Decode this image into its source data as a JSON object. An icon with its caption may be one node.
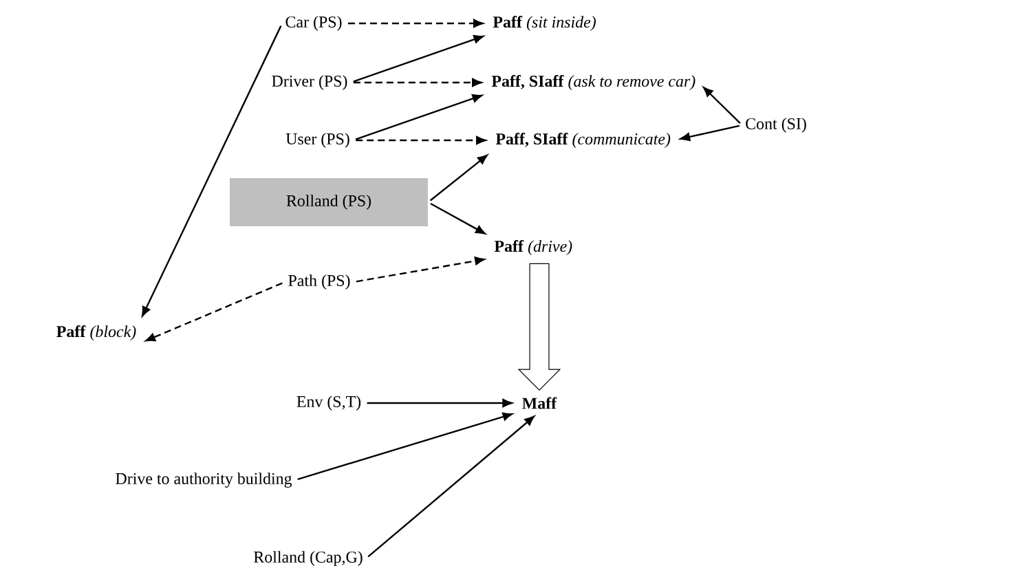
{
  "diagram": {
    "nodes": [
      {
        "text": [
          "**Paff** *(block)*"
        ]
      },
      {
        "text": [
          "Car (PS)"
        ]
      },
      {
        "text": [
          "Driver (PS)"
        ]
      },
      {
        "text": [
          "User (PS)"
        ]
      },
      {
        "text": [
          "Rolland (PS)"
        ]
      },
      {
        "text": [
          "Path (PS)"
        ]
      },
      {
        "text": [
          "**Paff** *(sit inside)*"
        ]
      },
      {
        "text": [
          "**Paff, SIaff** *(ask to remove car)*"
        ]
      },
      {
        "text": [
          "**Paff, SIaff** *(communicate)*"
        ]
      },
      {
        "text": [
          "**Paff** *(drive)*"
        ]
      },
      {
        "text": [
          "Cont (SI)"
        ]
      },
      {
        "text": [
          "Env (S,T)"
        ]
      },
      {
        "text": [
          "Drive to authority building"
        ]
      },
      {
        "text": [
          "Rolland (Cap,G)"
        ]
      },
      {
        "text": [
          "**Maff**"
        ]
      }
    ],
    "edges": [
      {
        "from": 1,
        "to": 0,
        "arrow": "to"
      },
      {
        "from": 1,
        "to": 6,
        "arrow": "to",
        "style": "dashed"
      },
      {
        "from": 2,
        "to": 6,
        "arrow": "to"
      },
      {
        "from": 2,
        "to": 7,
        "arrow": "to",
        "style": "dashed"
      },
      {
        "from": 3,
        "to": 7,
        "arrow": "to"
      },
      {
        "from": 3,
        "to": 8,
        "arrow": "to",
        "style": "dashed"
      },
      {
        "from": 4,
        "to": 8,
        "arrow": "to"
      },
      {
        "from": 4,
        "to": 9,
        "arrow": "to"
      },
      {
        "from": 5,
        "to": 0,
        "arrow": "to",
        "style": "dashed"
      },
      {
        "from": 5,
        "to": 9,
        "arrow": "to",
        "style": "dashed"
      },
      {
        "from": 10,
        "to": 7,
        "arrow": "to"
      },
      {
        "from": 10,
        "to": 8,
        "arrow": "to"
      },
      {
        "from": 9,
        "to": 14,
        "arrow": "to",
        "style": "thick"
      },
      {
        "from": 11,
        "to": 14,
        "arrow": "to"
      },
      {
        "from": 12,
        "to": 14,
        "arrow": "to"
      },
      {
        "from": 13,
        "to": 14,
        "arrow": "to"
      }
    ]
  }
}
